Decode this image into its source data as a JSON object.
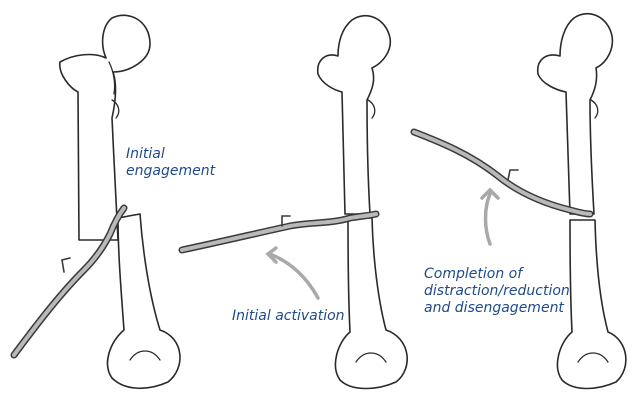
{
  "labels": {
    "initial_engagement": "Initial\nengagement",
    "initial_activation": "Initial activation",
    "completion": "Completion of\ndistraction/reduction\nand disengagement"
  },
  "colors": {
    "label_text": "#1f4a8c",
    "arrow": "#a9a9a9",
    "outline": "#2a2a2a",
    "device_fill": "#b9b9b9"
  }
}
